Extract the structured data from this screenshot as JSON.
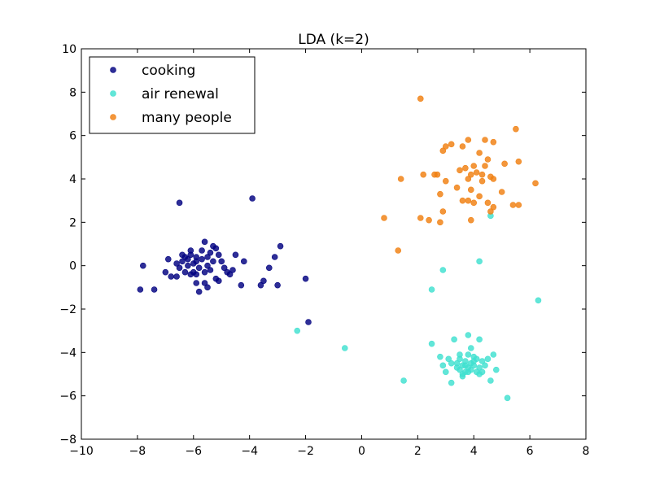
{
  "chart_data": {
    "type": "scatter",
    "title": "LDA (k=2)",
    "xlabel": "",
    "ylabel": "",
    "xlim": [
      -10,
      8
    ],
    "ylim": [
      -8,
      10
    ],
    "xticks": [
      -10,
      -8,
      -6,
      -4,
      -2,
      0,
      2,
      4,
      6,
      8
    ],
    "yticks": [
      -8,
      -6,
      -4,
      -2,
      0,
      2,
      4,
      6,
      8,
      10
    ],
    "grid": false,
    "legend_position": "top-left",
    "series": [
      {
        "name": "cooking",
        "color": "#000080",
        "points": [
          [
            -6.5,
            2.9
          ],
          [
            -3.9,
            3.1
          ],
          [
            -2.9,
            0.9
          ],
          [
            -3.1,
            0.4
          ],
          [
            -3.3,
            -0.1
          ],
          [
            -3.5,
            -0.7
          ],
          [
            -3.6,
            -0.9
          ],
          [
            -3.0,
            -0.9
          ],
          [
            -2.0,
            -0.6
          ],
          [
            -1.9,
            -2.6
          ],
          [
            -7.9,
            -1.1
          ],
          [
            -7.4,
            -1.1
          ],
          [
            -7.8,
            0.0
          ],
          [
            -7.0,
            -0.3
          ],
          [
            -6.9,
            0.3
          ],
          [
            -6.8,
            -0.5
          ],
          [
            -6.6,
            -0.5
          ],
          [
            -6.4,
            0.2
          ],
          [
            -6.3,
            0.4
          ],
          [
            -6.2,
            0.0
          ],
          [
            -6.1,
            0.5
          ],
          [
            -6.0,
            -0.3
          ],
          [
            -5.9,
            0.2
          ],
          [
            -5.8,
            -0.1
          ],
          [
            -5.7,
            0.7
          ],
          [
            -5.6,
            1.1
          ],
          [
            -5.5,
            0.0
          ],
          [
            -5.4,
            -0.2
          ],
          [
            -5.3,
            0.9
          ],
          [
            -5.2,
            0.8
          ],
          [
            -5.1,
            0.5
          ],
          [
            -5.0,
            0.2
          ],
          [
            -4.9,
            -0.1
          ],
          [
            -4.8,
            -0.3
          ],
          [
            -4.7,
            -0.4
          ],
          [
            -4.6,
            -0.2
          ],
          [
            -4.5,
            0.5
          ],
          [
            -4.3,
            -0.9
          ],
          [
            -4.2,
            0.2
          ],
          [
            -5.1,
            -0.7
          ],
          [
            -5.2,
            -0.6
          ],
          [
            -5.6,
            -0.8
          ],
          [
            -5.9,
            -0.8
          ],
          [
            -6.1,
            -0.4
          ],
          [
            -6.3,
            -0.3
          ],
          [
            -5.8,
            -1.2
          ],
          [
            -5.5,
            -1.0
          ],
          [
            -6.5,
            -0.1
          ],
          [
            -6.6,
            0.1
          ],
          [
            -5.9,
            0.4
          ],
          [
            -6.2,
            0.3
          ],
          [
            -6.0,
            0.1
          ],
          [
            -5.7,
            0.3
          ],
          [
            -5.5,
            0.4
          ],
          [
            -5.3,
            0.2
          ],
          [
            -5.4,
            0.6
          ],
          [
            -5.6,
            -0.3
          ],
          [
            -5.9,
            -0.4
          ],
          [
            -6.4,
            0.5
          ],
          [
            -6.1,
            0.7
          ]
        ]
      },
      {
        "name": "air renewal",
        "color": "#40e0d0",
        "points": [
          [
            4.6,
            2.3
          ],
          [
            2.9,
            -0.2
          ],
          [
            4.2,
            0.2
          ],
          [
            2.5,
            -1.1
          ],
          [
            6.3,
            -1.6
          ],
          [
            -2.3,
            -3.0
          ],
          [
            -0.6,
            -3.8
          ],
          [
            1.5,
            -5.3
          ],
          [
            5.2,
            -6.1
          ],
          [
            3.2,
            -5.4
          ],
          [
            3.8,
            -3.2
          ],
          [
            4.2,
            -3.4
          ],
          [
            3.3,
            -3.4
          ],
          [
            2.5,
            -3.6
          ],
          [
            2.8,
            -4.2
          ],
          [
            2.9,
            -4.6
          ],
          [
            3.0,
            -4.9
          ],
          [
            3.1,
            -4.3
          ],
          [
            3.4,
            -4.5
          ],
          [
            3.5,
            -4.8
          ],
          [
            3.6,
            -5.1
          ],
          [
            3.7,
            -4.4
          ],
          [
            3.8,
            -4.7
          ],
          [
            3.9,
            -3.8
          ],
          [
            4.0,
            -4.2
          ],
          [
            4.1,
            -4.9
          ],
          [
            4.2,
            -5.0
          ],
          [
            4.3,
            -4.4
          ],
          [
            4.4,
            -4.6
          ],
          [
            4.6,
            -5.3
          ],
          [
            4.7,
            -4.1
          ],
          [
            4.8,
            -4.8
          ],
          [
            4.5,
            -4.3
          ],
          [
            3.5,
            -4.3
          ],
          [
            3.6,
            -4.6
          ],
          [
            3.7,
            -4.9
          ],
          [
            3.9,
            -4.5
          ],
          [
            4.0,
            -4.6
          ],
          [
            4.1,
            -4.3
          ],
          [
            3.8,
            -4.1
          ],
          [
            3.6,
            -5.0
          ],
          [
            3.9,
            -4.8
          ],
          [
            4.2,
            -4.7
          ],
          [
            3.4,
            -4.7
          ],
          [
            3.7,
            -4.6
          ],
          [
            4.0,
            -4.4
          ],
          [
            3.8,
            -4.9
          ],
          [
            3.2,
            -4.5
          ],
          [
            3.5,
            -4.1
          ],
          [
            4.3,
            -4.9
          ]
        ]
      },
      {
        "name": "many people",
        "color": "#f07f10",
        "points": [
          [
            2.1,
            7.7
          ],
          [
            5.5,
            6.3
          ],
          [
            3.8,
            5.8
          ],
          [
            4.4,
            5.8
          ],
          [
            3.2,
            5.6
          ],
          [
            4.7,
            5.7
          ],
          [
            3.6,
            5.5
          ],
          [
            2.9,
            5.3
          ],
          [
            3.0,
            5.5
          ],
          [
            4.2,
            5.2
          ],
          [
            5.6,
            4.8
          ],
          [
            5.1,
            4.7
          ],
          [
            4.5,
            4.9
          ],
          [
            4.0,
            4.6
          ],
          [
            3.9,
            4.2
          ],
          [
            3.5,
            4.4
          ],
          [
            3.8,
            4.0
          ],
          [
            4.1,
            4.3
          ],
          [
            4.4,
            4.6
          ],
          [
            4.6,
            4.1
          ],
          [
            2.6,
            4.2
          ],
          [
            2.2,
            4.2
          ],
          [
            1.4,
            4.0
          ],
          [
            2.7,
            4.2
          ],
          [
            3.0,
            3.9
          ],
          [
            3.4,
            3.6
          ],
          [
            2.8,
            3.3
          ],
          [
            3.9,
            3.5
          ],
          [
            4.3,
            3.9
          ],
          [
            4.7,
            4.0
          ],
          [
            6.2,
            3.8
          ],
          [
            5.0,
            3.4
          ],
          [
            4.2,
            3.2
          ],
          [
            3.8,
            3.0
          ],
          [
            3.6,
            3.0
          ],
          [
            4.0,
            2.9
          ],
          [
            4.5,
            2.9
          ],
          [
            5.4,
            2.8
          ],
          [
            5.6,
            2.8
          ],
          [
            4.7,
            2.7
          ],
          [
            4.6,
            2.5
          ],
          [
            3.9,
            2.1
          ],
          [
            2.9,
            2.5
          ],
          [
            2.4,
            2.1
          ],
          [
            2.8,
            2.0
          ],
          [
            2.1,
            2.2
          ],
          [
            0.8,
            2.2
          ],
          [
            1.3,
            0.7
          ],
          [
            3.7,
            4.5
          ],
          [
            4.3,
            4.2
          ]
        ]
      }
    ]
  }
}
